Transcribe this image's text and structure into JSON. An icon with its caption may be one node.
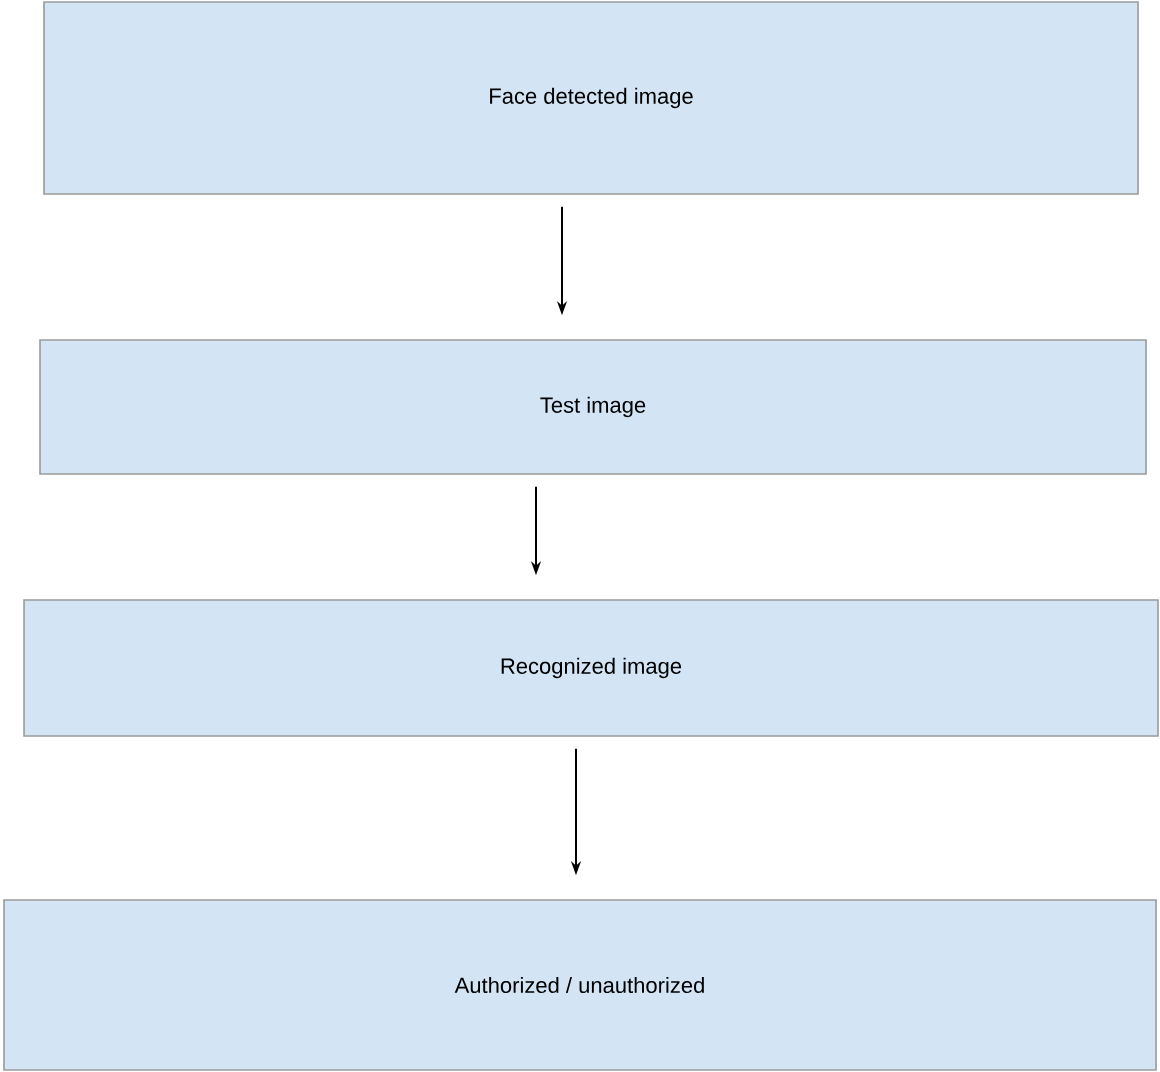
{
  "diagram": {
    "nodes": [
      {
        "text": [
          "Face detected image"
        ]
      },
      {
        "text": [
          "Test image"
        ]
      },
      {
        "text": [
          "Recognized image"
        ]
      },
      {
        "text": [
          "Authorized / unauthorized"
        ]
      }
    ],
    "edges": [
      {
        "from": 0,
        "to": 1,
        "arrow": "to"
      },
      {
        "from": 1,
        "to": 2,
        "arrow": "to"
      },
      {
        "from": 2,
        "to": 3,
        "arrow": "to"
      }
    ]
  }
}
